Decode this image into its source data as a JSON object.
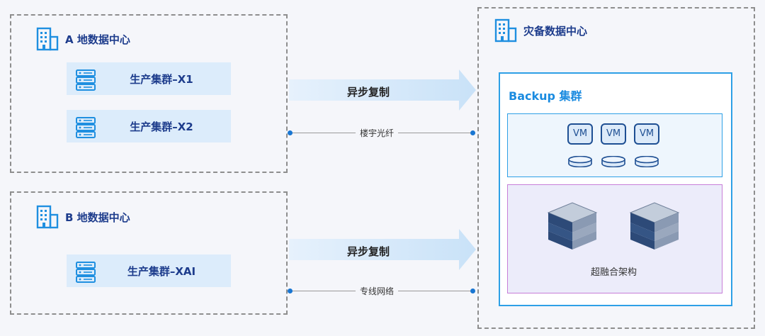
{
  "site_a": {
    "title": "A 地数据中心",
    "clusters": [
      {
        "label": "生产集群–X1"
      },
      {
        "label": "生产集群–X2"
      }
    ],
    "replication_label": "异步复制",
    "link_label": "楼宇光纤"
  },
  "site_b": {
    "title": "B 地数据中心",
    "clusters": [
      {
        "label": "生产集群–XAI"
      }
    ],
    "replication_label": "异步复制",
    "link_label": "专线网络"
  },
  "dr_site": {
    "title": "灾备数据中心",
    "backup_title": "Backup 集群",
    "vm_label": "VM",
    "hci_label": "超融合架构"
  },
  "colors": {
    "accent": "#1a8be0",
    "dark_blue": "#1d3c8c",
    "cluster_bg": "#dcecfb",
    "hci_border": "#c77ed8",
    "link_dot": "#1976d2"
  }
}
